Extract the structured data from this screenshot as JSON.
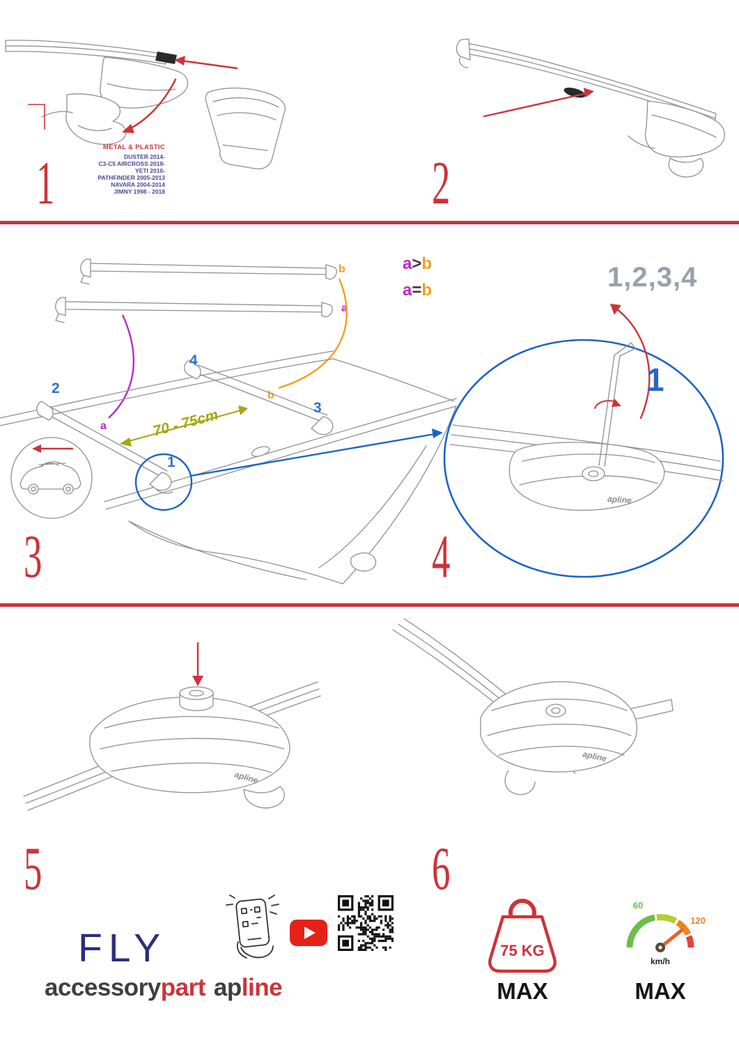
{
  "colors": {
    "red": "#cd3338",
    "blue": "#1c63c7",
    "magenta": "#bb29c9",
    "orange": "#f0a01e",
    "olive": "#a8a416",
    "navy": "#2b2d7e",
    "gray": "#98a1aa",
    "ink": "#3f3f41",
    "youtube_red": "#e62117",
    "green": "#6abf4b"
  },
  "icons": {
    "phone": "phone-scan-icon",
    "youtube": "youtube-play-icon",
    "qr": "qr-code",
    "weight": "weight-max-icon",
    "speed": "speedometer-icon"
  },
  "steps": {
    "s1": {
      "number": "1",
      "material": "METAL & PLASTIC",
      "models": [
        "DUSTER 2014-",
        "C3-C5 AIRCROSS 2018-",
        "YETI 2010-",
        "PATHFINDER 2005-2013",
        "NAVARA 2004-2014",
        "JIMNY 1998 - 2018"
      ]
    },
    "s2": {
      "number": "2"
    },
    "s3": {
      "number": "3",
      "bar_label_b": "b",
      "bar_label_a": "a",
      "roof_label_a": "a",
      "roof_label_b": "b",
      "legend_gt": {
        "a": "a",
        "op": ">",
        "b": "b"
      },
      "legend_eq": {
        "a": "a",
        "op": "=",
        "b": "b"
      },
      "measure": "70 - 75cm",
      "pos1": "1",
      "pos2": "2",
      "pos3": "3",
      "pos4": "4"
    },
    "s4": {
      "number": "4",
      "sequence": "1,2,3,4",
      "first": "1",
      "brand": "apline"
    },
    "s5": {
      "number": "5",
      "brand": "apline"
    },
    "s6": {
      "number": "6",
      "brand": "apline"
    }
  },
  "footer": {
    "product": "FLY",
    "brand": {
      "accessory": "accessory",
      "part": "part",
      "ap": "ap",
      "line": "line"
    },
    "weight": {
      "value": "75 KG",
      "max": "MAX"
    },
    "speed": {
      "low": "60",
      "high": "120",
      "unit": "km/h",
      "max": "MAX"
    }
  }
}
